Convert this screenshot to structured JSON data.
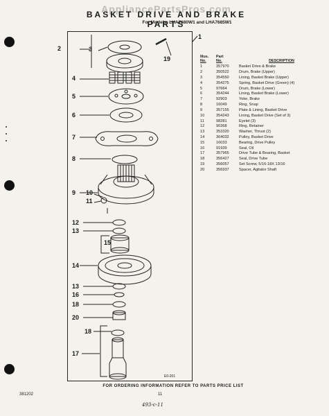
{
  "header": {
    "watermark": "AppliancePartsPros.com",
    "title": "BASKET DRIVE AND BRAKE PARTS",
    "models": "For Models: LHA7680W1 and LHA7685W1"
  },
  "diagram": {
    "callouts": [
      "1",
      "2",
      "3",
      "19",
      "4",
      "5",
      "6",
      "7",
      "8",
      "9",
      "10",
      "11",
      "12",
      "13",
      "15",
      "14",
      "13",
      "16",
      "18",
      "20",
      "18",
      "17"
    ],
    "drawing_number": "E0-201"
  },
  "parts_table": {
    "headers": {
      "illus": "Illus.",
      "no": "No.",
      "part": "Part",
      "part_no": "No.",
      "description": "DESCRIPTION"
    },
    "rows": [
      {
        "illus": "1",
        "part": "357970",
        "desc": "Basket Drive & Brake"
      },
      {
        "illus": "2",
        "part": "350522",
        "desc": "Drum, Brake (Upper)"
      },
      {
        "illus": "3",
        "part": "354550",
        "desc": "Lining, Basket Brake (Upper)"
      },
      {
        "illus": "4",
        "part": "354275",
        "desc": "Spring, Basket Drive (Green) (4)"
      },
      {
        "illus": "5",
        "part": "97664",
        "desc": "Drum, Brake (Lower)"
      },
      {
        "illus": "6",
        "part": "354244",
        "desc": "Lining, Basket Brake (Lower)"
      },
      {
        "illus": "7",
        "part": "92903",
        "desc": "Yoke, Brake"
      },
      {
        "illus": "8",
        "part": "16049",
        "desc": "Ring, Snap"
      },
      {
        "illus": "9",
        "part": "357155",
        "desc": "Plate & Lining, Basket Drive"
      },
      {
        "illus": "10",
        "part": "354243",
        "desc": "Lining, Basket Drive (Set of 3)"
      },
      {
        "illus": "11",
        "part": "98281",
        "desc": "Eyelet (3)"
      },
      {
        "illus": "12",
        "part": "90368",
        "desc": "Ring, Retainer"
      },
      {
        "illus": "13",
        "part": "353320",
        "desc": "Washer, Thrust (2)"
      },
      {
        "illus": "14",
        "part": "364032",
        "desc": "Pulley, Basket Drive"
      },
      {
        "illus": "15",
        "part": "16033",
        "desc": "Bearing, Drive Pulley"
      },
      {
        "illus": "16",
        "part": "91939",
        "desc": "Seal, Oil"
      },
      {
        "illus": "17",
        "part": "357965",
        "desc": "Drive Tube & Bearing, Basket"
      },
      {
        "illus": "18",
        "part": "356427",
        "desc": "Seal, Drive Tube"
      },
      {
        "illus": "19",
        "part": "356057",
        "desc": "Set Screw, 5/16-18X 13/16"
      },
      {
        "illus": "20",
        "part": "356937",
        "desc": "Spacer, Agitator Shaft"
      }
    ]
  },
  "footer": {
    "ordering_note": "FOR ORDERING INFORMATION REFER TO PARTS PRICE LIST",
    "doc_code": "381202",
    "page_number": "11",
    "handwritten": "493-c-11"
  }
}
